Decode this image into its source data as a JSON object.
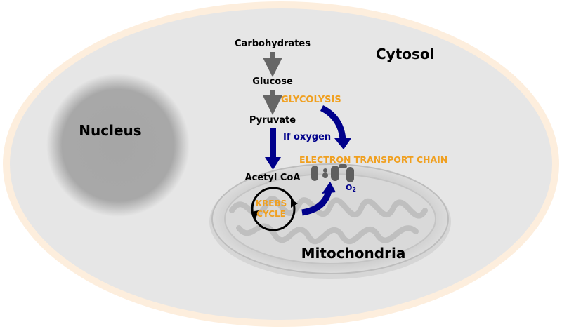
{
  "labels": {
    "carbohydrates": "Carbohydrates",
    "glucose": "Glucose",
    "pyruvate": "Pyruvate",
    "acetyl_coa": "Acetyl CoA",
    "glycolysis": "GLYCOLYSIS",
    "if_oxygen": "If oxygen",
    "electron_transport_chain": "ELECTRON TRANSPORT CHAIN",
    "krebs_line1": "KREBS",
    "krebs_line2": "CYCLE",
    "o2": "O",
    "o2_subscript": "2",
    "cytosol": "Cytosol",
    "nucleus": "Nucleus",
    "mitochondria": "Mitochondria"
  },
  "colors": {
    "cell_border": "#fdeedd",
    "cytosol_fill": "#e6e6e6",
    "nucleus_fill": "#a6a6a6",
    "mitochondria_fill": "#d3d3d3",
    "gray_arrow": "#666666",
    "blue_arrow": "#00008b",
    "orange_text": "#f0a020",
    "black_text": "#000000"
  }
}
